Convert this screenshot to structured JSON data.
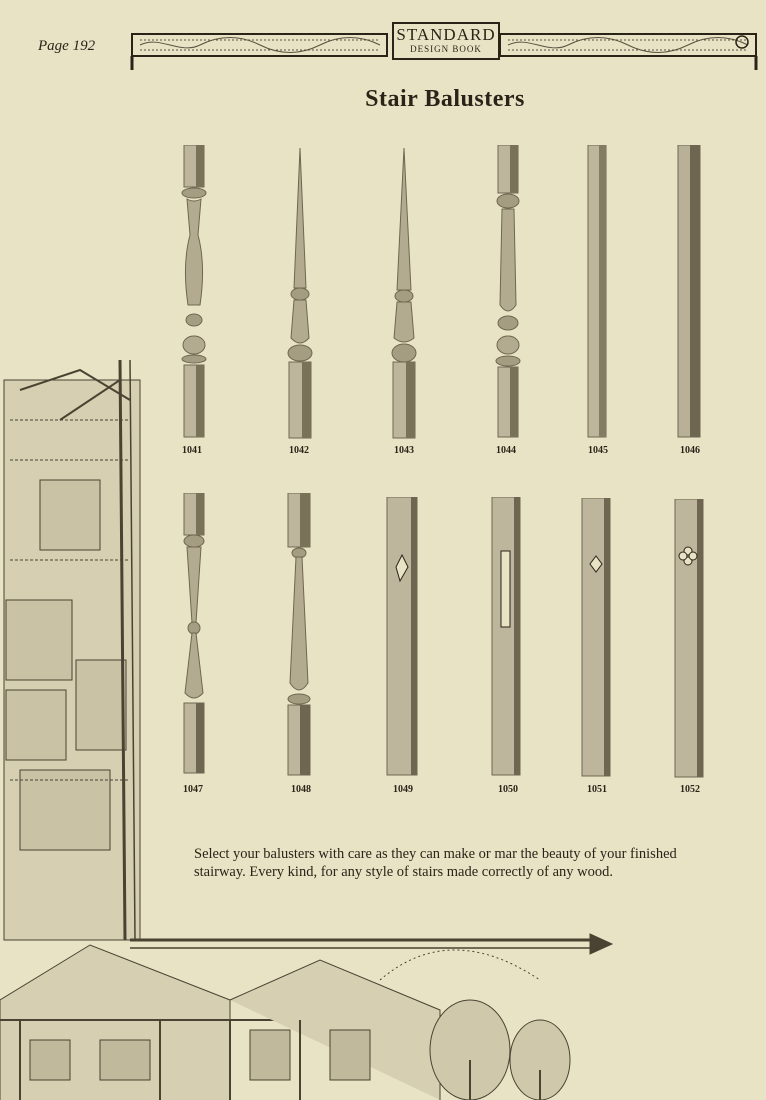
{
  "header": {
    "page_number": "Page 192",
    "logo_line1": "STANDARD",
    "logo_line2": "DESIGN BOOK"
  },
  "title": "Stair Balusters",
  "balusters": [
    {
      "number": "1041",
      "style": "turned"
    },
    {
      "number": "1042",
      "style": "tapered-turned"
    },
    {
      "number": "1043",
      "style": "tapered-turned"
    },
    {
      "number": "1044",
      "style": "turned"
    },
    {
      "number": "1045",
      "style": "plain-square"
    },
    {
      "number": "1046",
      "style": "plain-square"
    },
    {
      "number": "1047",
      "style": "turned-double-cone"
    },
    {
      "number": "1048",
      "style": "tapered-vase"
    },
    {
      "number": "1049",
      "style": "flat-diamond-cutout"
    },
    {
      "number": "1050",
      "style": "flat-slot-cutout"
    },
    {
      "number": "1051",
      "style": "flat-small-diamond-cutout"
    },
    {
      "number": "1052",
      "style": "flat-quatrefoil-cutout"
    }
  ],
  "caption": "Select your balusters with care as they can make or mar the beauty of your finished stairway. Every kind, for any style of stairs made correctly of any wood.",
  "colors": {
    "paper": "#e9e3c6",
    "ink": "#2a2418",
    "wood_light": "#bdb59c",
    "wood_dark": "#6e6650"
  }
}
